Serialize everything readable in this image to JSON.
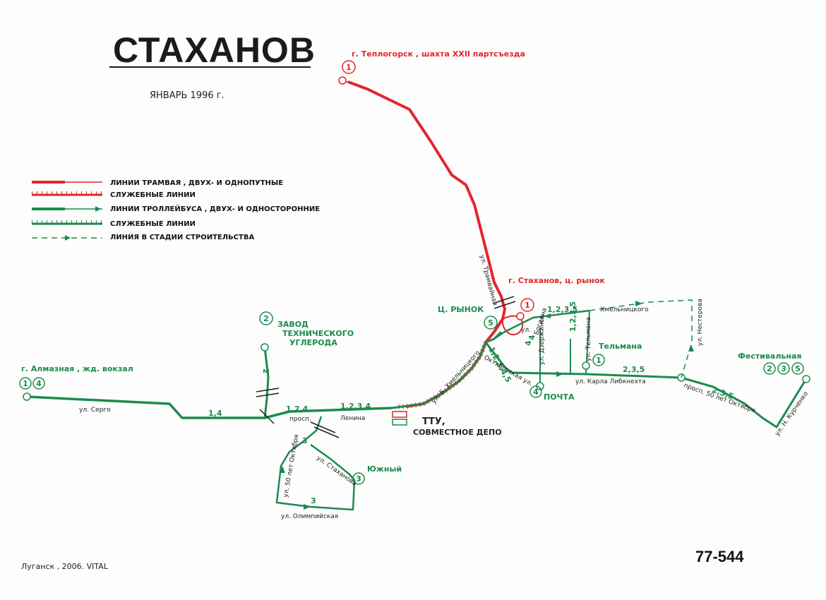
{
  "title": "СТАХАНОВ",
  "date": "ЯНВАРЬ 1996 г.",
  "legend": [
    {
      "label": "ЛИНИИ ТРАМВАЯ , ДВУХ- И ОДНОПУТНЫЕ",
      "color": "#e4252c"
    },
    {
      "label": "СЛУЖЕБНЫЕ ЛИНИИ",
      "color": "#e4252c"
    },
    {
      "label": "ЛИНИИ ТРОЛЛЕЙБУСА , ДВУХ- И ОДНОСТОРОННИЕ",
      "color": "#1d8a4f"
    },
    {
      "label": "СЛУЖЕБНЫЕ ЛИНИИ",
      "color": "#1d8a4f"
    },
    {
      "label": "ЛИНИЯ В СТАДИИ СТРОИТЕЛЬСТВА",
      "color": "#1d8a4f"
    }
  ],
  "terminals": {
    "teplogorsk": {
      "name": "г. Теплогорск , шахта XXII партсъезда",
      "routes": [
        "1"
      ]
    },
    "stakhanov_rynok": {
      "name": "г. Стаханов, ц. рынок",
      "routes": [
        "1"
      ]
    },
    "ts_rynok": {
      "name": "Ц. РЫНОК",
      "routes": [
        "5"
      ]
    },
    "zavod": {
      "line1": "ЗАВОД",
      "line2": "ТЕХНИЧЕСКОГО",
      "line3": "УГЛЕРОДА",
      "routes": [
        "2"
      ]
    },
    "almaznaya": {
      "name": "г. Алмазная , жд. вокзал",
      "routes": [
        "1",
        "4"
      ]
    },
    "festivalnaya": {
      "name": "Фестивальная",
      "routes": [
        "2",
        "3",
        "5"
      ]
    },
    "telmana": {
      "name": "Тельмана",
      "routes": [
        "1"
      ]
    },
    "pochta": {
      "name": "ПОЧТА",
      "routes": [
        "4"
      ]
    },
    "yuzhny": {
      "name": "Южный",
      "routes": [
        "3"
      ]
    }
  },
  "depot": {
    "line1": "ТТУ,",
    "line2": "СОВМЕСТНОЕ ДЕПО"
  },
  "streets": {
    "tramvaynaya": "ул. Трамвайная",
    "sergo": "ул. Серго",
    "prosp": "просп.",
    "lenina": "Ленина",
    "khmelnitskogo": "ул. Б. Хмельницкого",
    "oktyabrskaya": "Октябрьская ул.",
    "bogdana": "Богдана",
    "khmelnitskogo2": "Хмельницкого",
    "dzerzhinsk": "ул. Дзержинск.",
    "telmana_ul": "ул. Тельмана",
    "nesterova": "ул. Нестерова",
    "karla": "ул. Карла Либкнехта",
    "prosp50": "просп. 50 лет Октября",
    "kurchenko": "ул. Н. Курченко",
    "u50_oktyabrya": "ул. 50 лет Октября",
    "stakhanova": "ул. Стаханова",
    "olimpiyskaya": "ул. Олимпийская",
    "ul_short": "ул."
  },
  "route_labels": {
    "r14": "1,4",
    "r124": "1,2,4",
    "r1234": "1,2,3,4",
    "r12345": "1,2,3,4,5",
    "r1235a": "1,2,3,5",
    "r1235b": "1,2,3,5",
    "r235a": "2,3,5",
    "r235b": "2,3,5",
    "r2": "2",
    "r3a": "3",
    "r3b": "3",
    "r4": "4",
    "r4b": "4"
  },
  "footer": {
    "author": "Луганск , 2006.   VITAL",
    "code": "77-544"
  }
}
